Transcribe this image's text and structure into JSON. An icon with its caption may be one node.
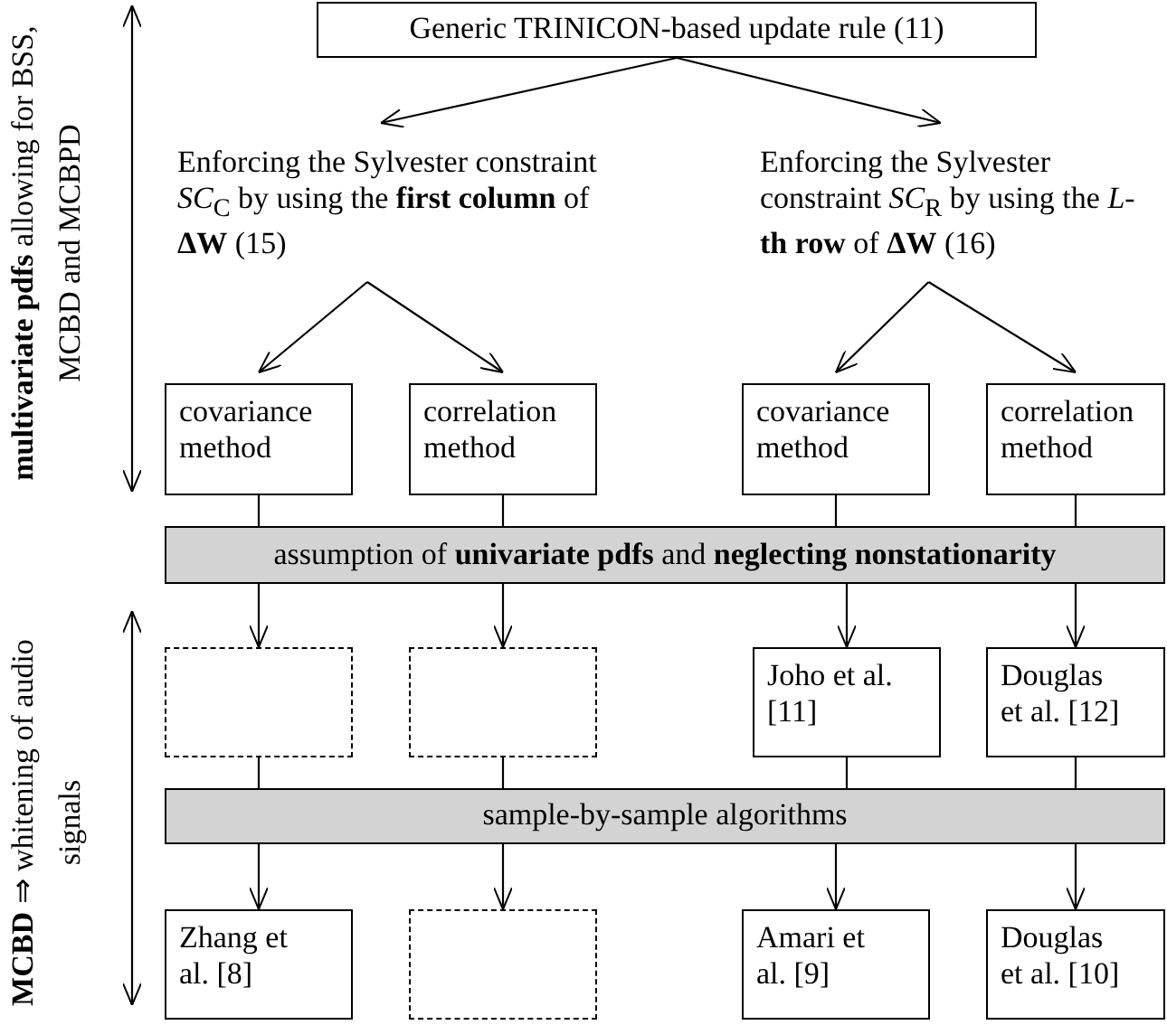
{
  "diagram": {
    "nodes": [
      {
        "text": [
          "Generic TRINICON-based update rule (11)"
        ]
      },
      {
        "text": [
          "Enforcing the Sylvester constraint *SC*$_{C}$ by using the **first column** of **ΔW** (15)"
        ]
      },
      {
        "text": [
          "Enforcing the Sylvester constraint *SC*$_{R}$ by using the *L*-**th row** of **ΔW** (16)"
        ]
      },
      {
        "text": [
          "covariance method"
        ]
      },
      {
        "text": [
          "correlation method"
        ]
      },
      {
        "text": [
          "covariance method"
        ]
      },
      {
        "text": [
          "correlation method"
        ]
      },
      {
        "text": [
          "assumption of **univariate pdfs** and **neglecting nonstationarity**"
        ]
      },
      {
        "text": [],
        "shape": "box"
      },
      {
        "text": [],
        "shape": "box"
      },
      {
        "text": [
          "Joho et al. [11]"
        ]
      },
      {
        "text": [
          "Douglas et al. [12]"
        ]
      },
      {
        "text": [
          "sample-by-sample algorithms"
        ]
      },
      {
        "text": [
          "Zhang et al. [8]"
        ]
      },
      {
        "text": [],
        "shape": "box"
      },
      {
        "text": [
          "Amari et al. [9]"
        ]
      },
      {
        "text": [
          "Douglas et al. [10]"
        ]
      }
    ],
    "edges": [
      {
        "from": 0,
        "to": 1,
        "arrow": "to"
      },
      {
        "from": 0,
        "to": 2,
        "arrow": "to"
      },
      {
        "from": 1,
        "to": 3,
        "arrow": "to"
      },
      {
        "from": 1,
        "to": 4,
        "arrow": "to"
      },
      {
        "from": 2,
        "to": 5,
        "arrow": "to"
      },
      {
        "from": 2,
        "to": 6,
        "arrow": "to"
      },
      {
        "from": 3,
        "to": 7,
        "arrow": "none"
      },
      {
        "from": 4,
        "to": 7,
        "arrow": "none"
      },
      {
        "from": 5,
        "to": 7,
        "arrow": "none"
      },
      {
        "from": 6,
        "to": 7,
        "arrow": "none"
      },
      {
        "from": 7,
        "to": 8,
        "arrow": "to"
      },
      {
        "from": 7,
        "to": 9,
        "arrow": "to"
      },
      {
        "from": 7,
        "to": 10,
        "arrow": "to"
      },
      {
        "from": 7,
        "to": 11,
        "arrow": "to"
      },
      {
        "from": 8,
        "to": 12,
        "arrow": "none"
      },
      {
        "from": 9,
        "to": 12,
        "arrow": "none"
      },
      {
        "from": 10,
        "to": 12,
        "arrow": "none"
      },
      {
        "from": 11,
        "to": 12,
        "arrow": "none"
      },
      {
        "from": 12,
        "to": 13,
        "arrow": "to"
      },
      {
        "from": 12,
        "to": 14,
        "arrow": "to"
      },
      {
        "from": 12,
        "to": 15,
        "arrow": "to"
      },
      {
        "from": 12,
        "to": 16,
        "arrow": "to"
      }
    ],
    "labels": [
      "**multivariate pdfs** allowing for BSS, MCBD and MCBPD",
      "**MCBD** ⇒ whitening of audio signals"
    ]
  }
}
